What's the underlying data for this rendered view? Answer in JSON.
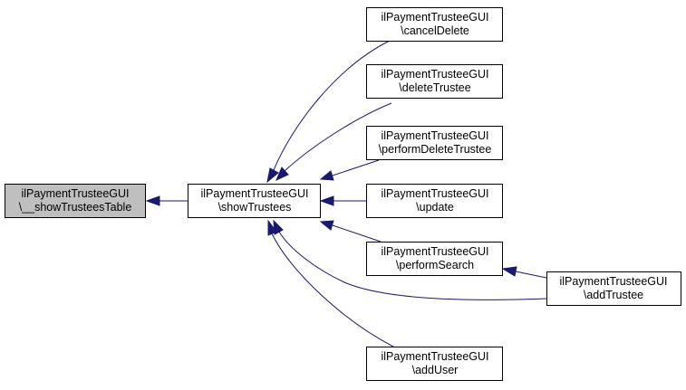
{
  "colors": {
    "node_fill": "#ffffff",
    "root_fill": "#bfbfbf",
    "node_border": "#000000",
    "edge": "#191970"
  },
  "nodes": {
    "show_trustees_table": {
      "line1": "ilPaymentTrusteeGUI",
      "line2": "\\__showTrusteesTable"
    },
    "show_trustees": {
      "line1": "ilPaymentTrusteeGUI",
      "line2": "\\showTrustees"
    },
    "cancel_delete": {
      "line1": "ilPaymentTrusteeGUI",
      "line2": "\\cancelDelete"
    },
    "delete_trustee": {
      "line1": "ilPaymentTrusteeGUI",
      "line2": "\\deleteTrustee"
    },
    "perform_delete_trustee": {
      "line1": "ilPaymentTrusteeGUI",
      "line2": "\\performDeleteTrustee"
    },
    "update": {
      "line1": "ilPaymentTrusteeGUI",
      "line2": "\\update"
    },
    "perform_search": {
      "line1": "ilPaymentTrusteeGUI",
      "line2": "\\performSearch"
    },
    "add_trustee": {
      "line1": "ilPaymentTrusteeGUI",
      "line2": "\\addTrustee"
    },
    "add_user": {
      "line1": "ilPaymentTrusteeGUI",
      "line2": "\\addUser"
    }
  },
  "edges": [
    {
      "from": "show_trustees",
      "to": "show_trustees_table"
    },
    {
      "from": "cancel_delete",
      "to": "show_trustees"
    },
    {
      "from": "delete_trustee",
      "to": "show_trustees"
    },
    {
      "from": "perform_delete_trustee",
      "to": "show_trustees"
    },
    {
      "from": "update",
      "to": "show_trustees"
    },
    {
      "from": "perform_search",
      "to": "show_trustees"
    },
    {
      "from": "add_trustee",
      "to": "show_trustees"
    },
    {
      "from": "add_user",
      "to": "show_trustees"
    },
    {
      "from": "add_trustee",
      "to": "perform_search"
    }
  ]
}
